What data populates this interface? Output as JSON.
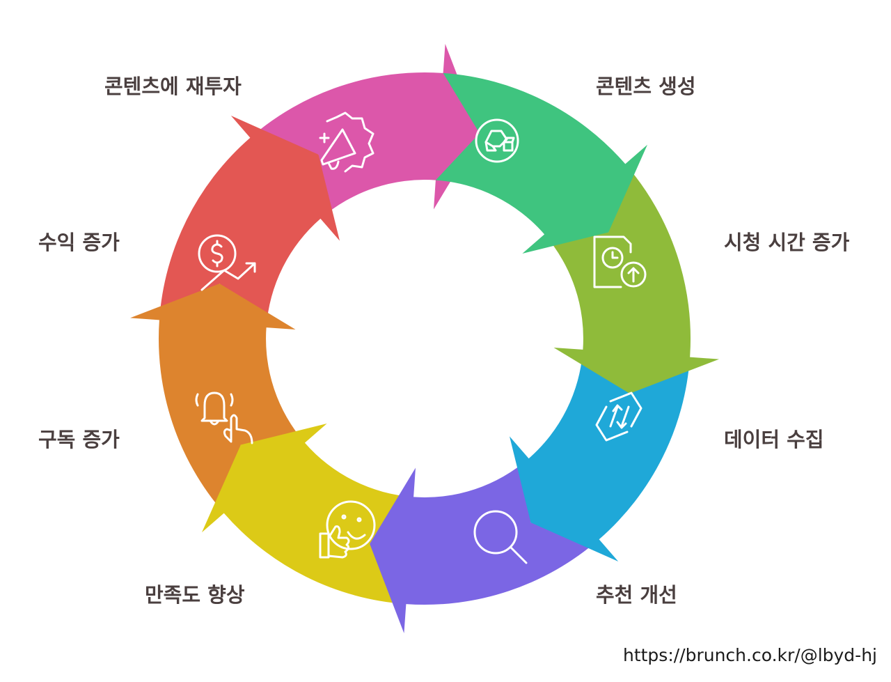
{
  "steps": [
    {
      "label": "콘텐츠 생성",
      "color": "#3fc47f",
      "icon": "cubes-icon"
    },
    {
      "label": "시청 시간 증가",
      "color": "#8fbb3a",
      "icon": "clock-document-icon"
    },
    {
      "label": "데이터 수집",
      "color": "#1fa8d8",
      "icon": "data-exchange-icon"
    },
    {
      "label": "추천 개선",
      "color": "#7b66e4",
      "icon": "magnifier-icon"
    },
    {
      "label": "만족도 향상",
      "color": "#dcca17",
      "icon": "smile-thumbs-up-icon"
    },
    {
      "label": "구독 증가",
      "color": "#dd842e",
      "icon": "bell-tap-icon"
    },
    {
      "label": "수익 증가",
      "color": "#e35753",
      "icon": "money-growth-icon"
    },
    {
      "label": "콘텐츠에 재투자",
      "color": "#dc57aa",
      "icon": "megaphone-icon"
    }
  ],
  "watermark": "https://brunch.co.kr/@lbyd-hj"
}
